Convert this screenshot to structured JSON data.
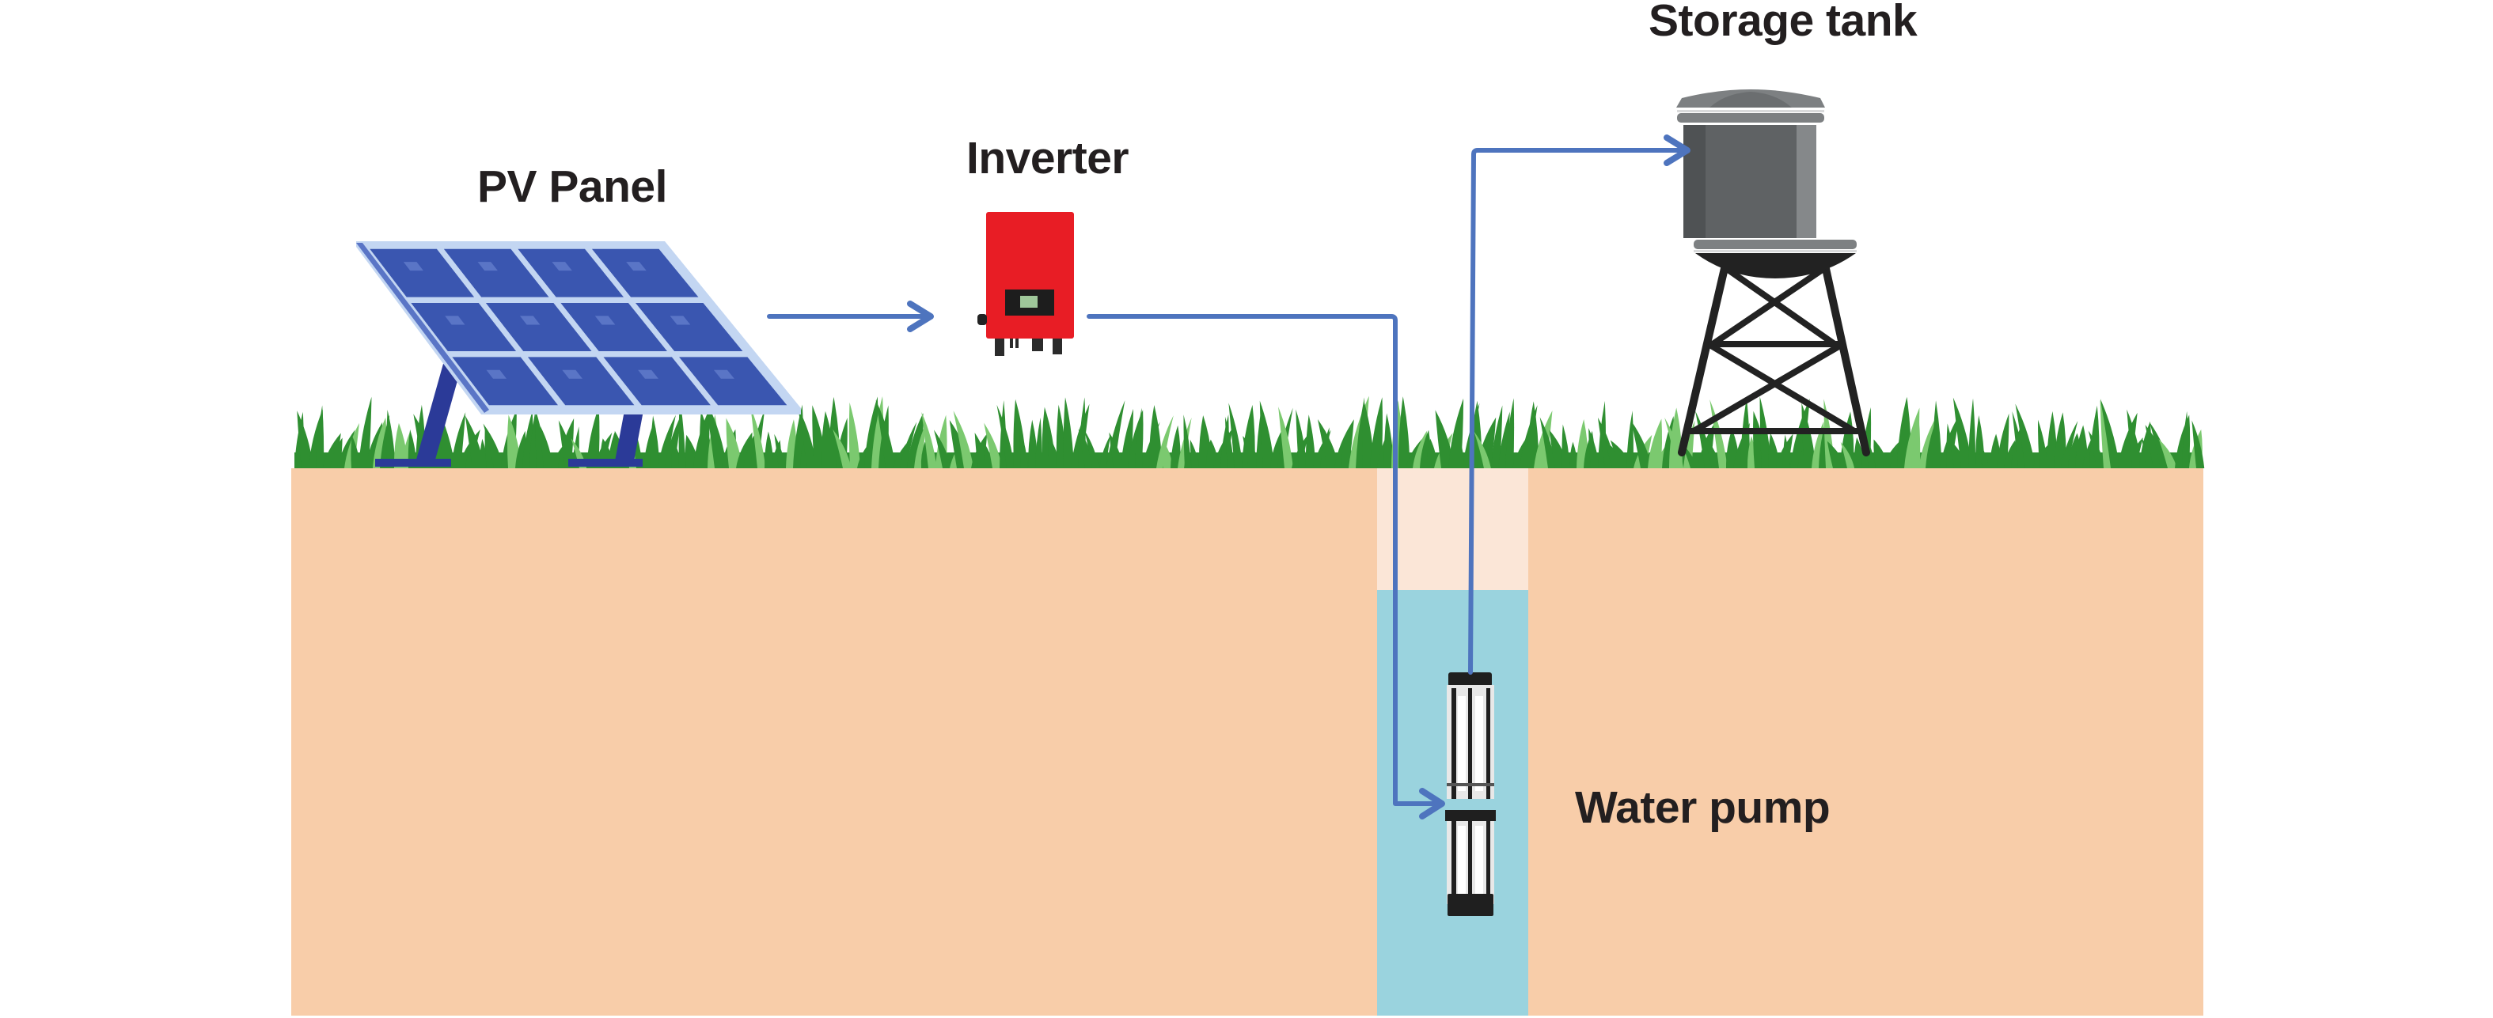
{
  "diagram": {
    "title": "Solar water pumping system",
    "components": [
      {
        "id": "pv_panel",
        "label": "PV Panel",
        "icon": "solar-panel-icon"
      },
      {
        "id": "inverter",
        "label": "Inverter",
        "icon": "inverter-icon"
      },
      {
        "id": "water_pump",
        "label": "Water pump",
        "icon": "submersible-pump-icon"
      },
      {
        "id": "storage_tank",
        "label": "Storage tank",
        "icon": "water-tower-icon"
      }
    ],
    "connections": [
      {
        "from": "pv_panel",
        "to": "inverter",
        "kind": "power"
      },
      {
        "from": "inverter",
        "to": "water_pump",
        "kind": "power"
      },
      {
        "from": "water_pump",
        "to": "storage_tank",
        "kind": "water"
      }
    ],
    "scenery": [
      "grass",
      "ground",
      "well",
      "water"
    ]
  },
  "colors": {
    "connector": "#4e74be",
    "ground": "#f8cda9",
    "well_shaft": "#fbe6d7",
    "water": "#9ad3de",
    "grass": "#2f8f31",
    "grass_light": "#7bc96f",
    "panel": "#3a56b0",
    "panel_frame": "#c3d6f2",
    "panel_highlight": "#5a75c6",
    "panel_stand": "#2b3a98",
    "inverter_body": "#e81d25",
    "tank_dark": "#4f5254",
    "tank_mid": "#5f6264",
    "tank_light": "#85888a",
    "tower": "#222222",
    "text": "#231f20"
  }
}
